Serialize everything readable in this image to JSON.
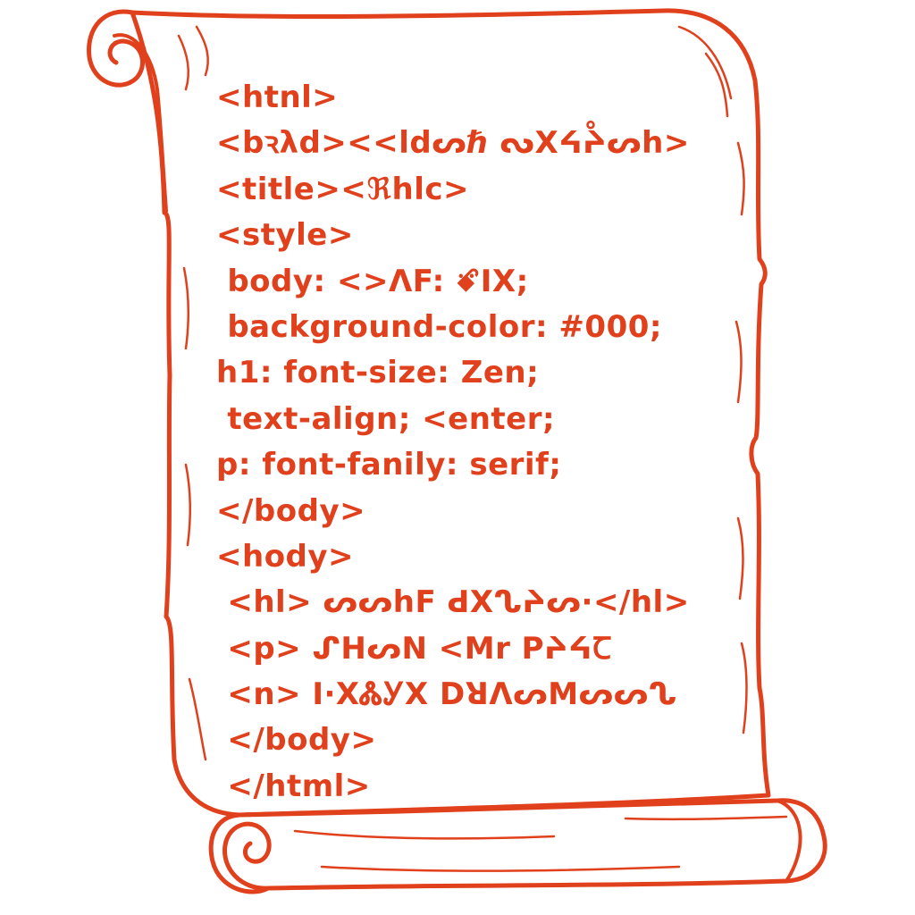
{
  "colors": {
    "ink": "#e0401c",
    "paper": "#ffffff"
  },
  "code_lines": [
    "<htnl>",
    "<bꝛλd><<ldᔕℏ ᔓXᔦᔧᔕh>",
    "<title><ℜhlc>",
    "<style>",
    " body: <>ΛF: ꗄΙX;",
    " background-color: #000;",
    "h1: font-size: Zen;",
    " text-align; <enter;",
    "p: font-fanily: serif;",
    "</body>",
    "<hody>",
    " <hl> ᔕᔕhF ꓒXᔐᔨᔕ·</hl>",
    " <p> ᔑHᔕN <ꓟr ꓑᔨᔦꞆ",
    " <n> Ι·XᏜᎩX ꓓꓤꓥᔕꓟᔕᔕᔐ",
    " </body>",
    " </html>"
  ]
}
